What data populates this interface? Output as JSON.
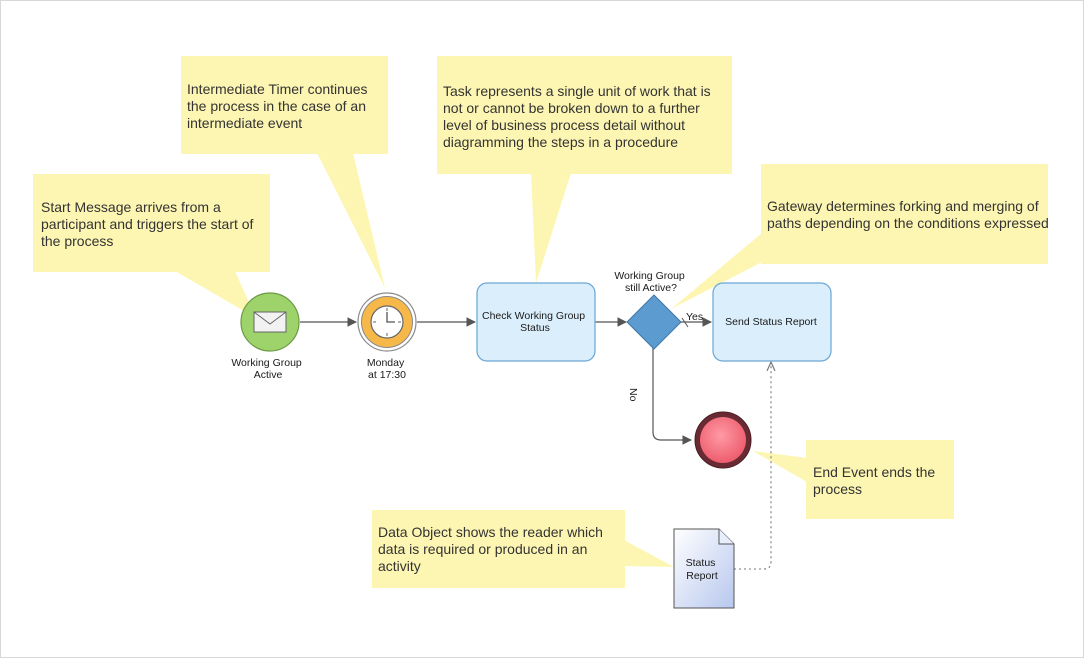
{
  "callouts": {
    "start": [
      "Start Message arrives from a",
      "participant and triggers the start of",
      "the process"
    ],
    "timer": [
      "Intermediate Timer continues",
      "the process in the case of an",
      "intermediate event"
    ],
    "task": [
      "Task represents a single unit of work that is",
      "not or cannot be broken down to a further",
      "level of business process detail without",
      "diagramming the steps in a procedure"
    ],
    "gateway": [
      "Gateway determines forking and merging of",
      "paths depending on the conditions expressed"
    ],
    "end": [
      "End Event ends the",
      "process"
    ],
    "data": [
      "Data Object shows the reader which",
      "data is required or produced in an",
      "activity"
    ]
  },
  "shapes": {
    "start_event": [
      "Working Group",
      "Active"
    ],
    "timer_event": [
      "Monday",
      "at 17:30"
    ],
    "check_task": [
      "Check Working Group",
      "Status"
    ],
    "gateway": [
      "Working Group",
      "still Active?"
    ],
    "send_task": [
      "Send Status Report"
    ],
    "data_object": [
      "Status",
      "Report"
    ]
  },
  "flow_labels": {
    "yes": "Yes",
    "no": "No"
  },
  "colors": {
    "callout_fill": "#fdf6b3",
    "start_fill": "#9ed36b",
    "timer_fill": "#f7b84a",
    "task_fill": "#dbeefb",
    "task_stroke": "#6aa6d6",
    "gateway_fill": "#5b9bd0",
    "end_fill": "#f2707f"
  }
}
